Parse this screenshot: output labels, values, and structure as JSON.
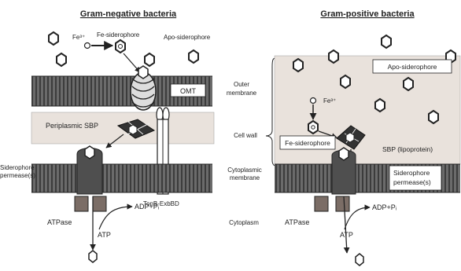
{
  "titles": {
    "left": "Gram-negative bacteria",
    "right": "Gram-positive bacteria"
  },
  "left": {
    "fe": "Fe³⁺",
    "fe_siderophore": "Fe-siderophore",
    "apo_siderophore": "Apo-siderophore",
    "omt": "OMT",
    "periplasmic_sbp": "Periplasmic SBP",
    "siderophore_permease_1": "Siderophore",
    "siderophore_permease_2": "permease(s)",
    "tonb": "TonB-ExbBD",
    "adp": "ADP+Pᵢ",
    "atpase": "ATPase",
    "atp": "ATP"
  },
  "middle": {
    "outer_1": "Outer",
    "outer_2": "membrane",
    "cell_wall": "Cell wall",
    "cyto_membrane_1": "Cytoplasmic",
    "cyto_membrane_2": "membrane",
    "cytoplasm": "Cytoplasm"
  },
  "right": {
    "apo_siderophore": "Apo-siderophore",
    "fe": "Fe³⁺",
    "fe_siderophore": "Fe-siderophore",
    "sbp": "SBP (lipoprotein)",
    "permease_1": "Siderophore",
    "permease_2": "permease(s)",
    "adp": "ADP+Pᵢ",
    "atpase": "ATPase",
    "atp": "ATP"
  },
  "colors": {
    "membrane": "#555555",
    "wall": "#e9e2dc",
    "block": "#7b6d66",
    "text": "#222222"
  }
}
